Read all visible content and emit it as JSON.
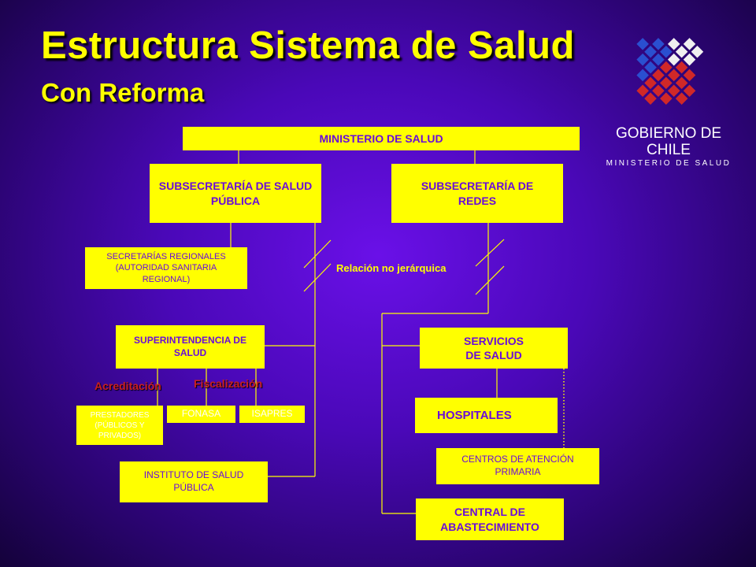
{
  "header": {
    "title": "Estructura Sistema de Salud",
    "subtitle": "Con Reforma"
  },
  "logo": {
    "line1": "GOBIERNO DE CHILE",
    "line2": "MINISTERIO DE SALUD",
    "colors": {
      "blue": "#2a4fd0",
      "red": "#d02828",
      "white": "#f0f0f0"
    }
  },
  "org": {
    "ministerio": "MINISTERIO DE SALUD",
    "subsec_salud_publica": "SUBSECRETARÍA DE SALUD PÚBLICA",
    "subsec_redes": "SUBSECRETARÍA DE REDES",
    "seremi": "SECRETARÍAS REGIONALES (AUTORIDAD SANITARIA REGIONAL)",
    "relacion": "Relación no jerárquica",
    "superintendencia": "SUPERINTENDENCIA DE SALUD",
    "acreditacion": "Acreditación",
    "fiscalizacion": "Fiscalización",
    "prestadores": "PRESTADORES (PÚBLICOS Y PRIVADOS)",
    "fonasa": "FONASA",
    "isapres": "ISAPRES",
    "instituto": "INSTITUTO DE SALUD PÚBLICA",
    "servicios": "SERVICIOS DE SALUD",
    "hospitales": "HOSPITALES",
    "centros": "CENTROS DE ATENCIÓN PRIMARIA",
    "central": "CENTRAL DE ABASTECIMIENTO"
  },
  "colors": {
    "box_fill": "#ffff00",
    "box_text": "#6a0dd8",
    "title": "#ffff00",
    "label_red": "#c82020",
    "connector": "#ffff00"
  }
}
